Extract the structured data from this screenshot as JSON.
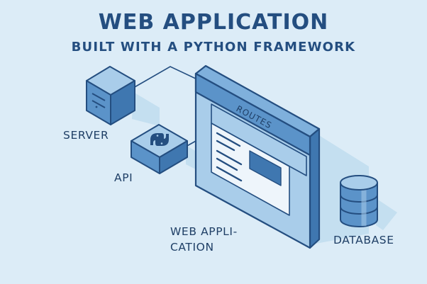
{
  "header": {
    "title": "WEB APPLICATION",
    "subtitle": "BUILT WITH A PYTHON FRAMEWORK"
  },
  "nodes": {
    "server": {
      "label": "SERVER",
      "icon": "server-icon"
    },
    "api": {
      "label": "API",
      "icon": "python-logo-icon"
    },
    "web_app": {
      "label_line1": "WEB APPLI-",
      "label_line2": "CATION",
      "panel_header": "ROUTES"
    },
    "database": {
      "label": "DATABASE",
      "icon": "database-icon"
    }
  },
  "colors": {
    "background": "#dcecf7",
    "primary": "#5b93c9",
    "dark_outline": "#244e80",
    "light_face": "#a9cdea",
    "shadow": "#c4dff0"
  }
}
